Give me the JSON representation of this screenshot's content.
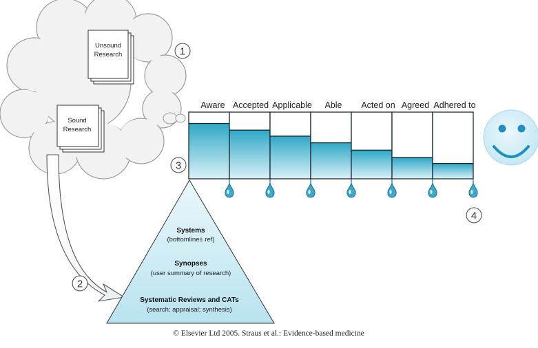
{
  "documents": {
    "unsound": [
      "Unsound",
      "Research"
    ],
    "sound": [
      "Sound",
      "Research"
    ]
  },
  "step_numbers": [
    "1",
    "2",
    "3",
    "4"
  ],
  "stages": [
    "Aware",
    "Accepted",
    "Applicable",
    "Able",
    "Acted on",
    "Agreed",
    "Adhered to"
  ],
  "stage_fill_fractions": [
    0.83,
    0.73,
    0.64,
    0.54,
    0.43,
    0.32,
    0.23
  ],
  "pyramid": {
    "systems": {
      "title": "Systems",
      "subtitle": "(bottomline± ref)"
    },
    "synopses": {
      "title": "Synopses",
      "subtitle": "(user summary of research)"
    },
    "reviews": {
      "title": "Systematic Reviews and CATs",
      "subtitle": "(search; appraisal; synthesis)"
    }
  },
  "caption": "© Elsevier Ltd 2005. Straus et al.: Evidence-based medicine",
  "colors": {
    "fill_top": "#2fa8c6",
    "fill_bottom": "#d9f1f7",
    "outline": "#1b2a33",
    "cloud": "#f2f2f2",
    "face": "#d3eef8"
  }
}
